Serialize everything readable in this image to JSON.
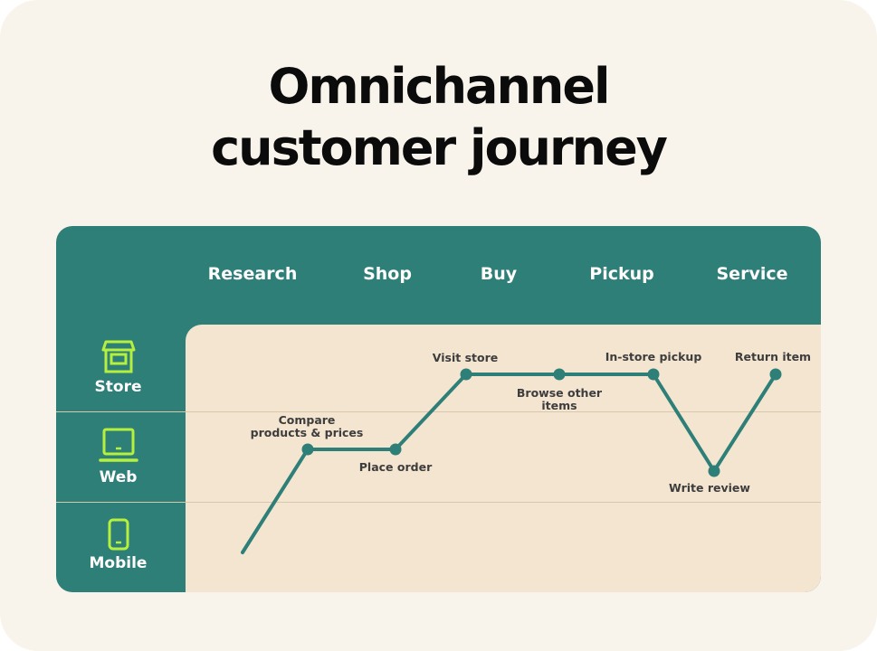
{
  "title_line1": "Omnichannel",
  "title_line2": "customer journey",
  "stages": [
    "Research",
    "Shop",
    "Buy",
    "Pickup",
    "Service"
  ],
  "channels": [
    {
      "label": "Store",
      "icon": "store-icon"
    },
    {
      "label": "Web",
      "icon": "laptop-icon"
    },
    {
      "label": "Mobile",
      "icon": "phone-icon"
    }
  ],
  "steps": [
    {
      "label": "Compare\nproducts & prices",
      "channel": "Web"
    },
    {
      "label": "Place order",
      "channel": "Web"
    },
    {
      "label": "Visit store",
      "channel": "Store"
    },
    {
      "label": "Browse other\nitems",
      "channel": "Store"
    },
    {
      "label": "In-store pickup",
      "channel": "Store"
    },
    {
      "label": "Write review",
      "channel": "Web"
    },
    {
      "label": "Return item",
      "channel": "Store"
    }
  ],
  "colors": {
    "panel": "#2e7f78",
    "grid": "#f4e5d1",
    "line": "#2e7f78",
    "icon": "#b6f03c",
    "background": "#f8f4ec"
  }
}
